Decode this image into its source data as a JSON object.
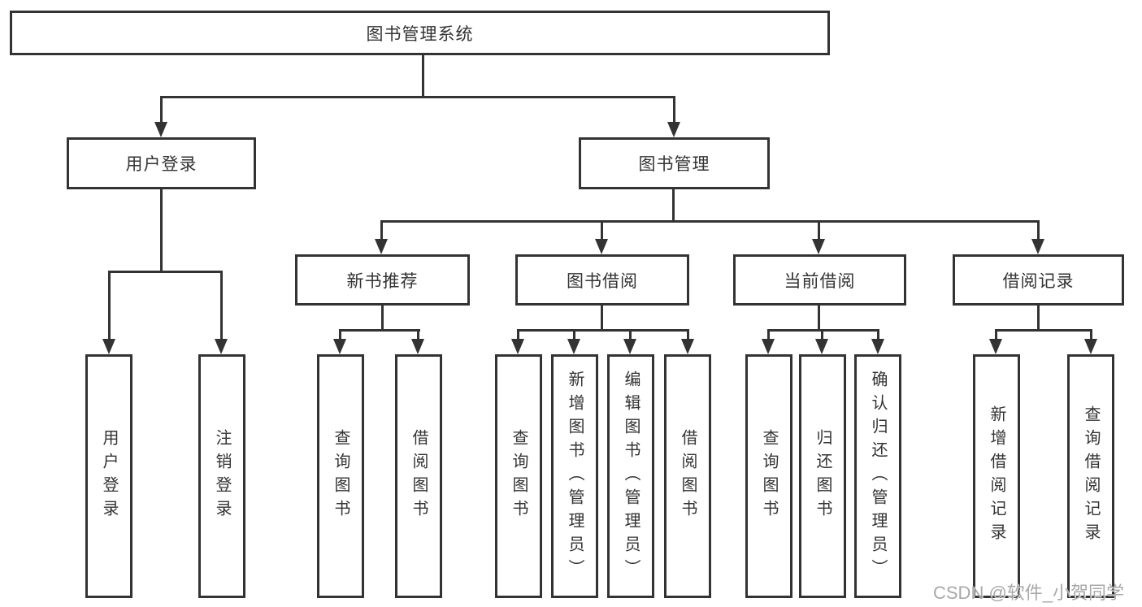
{
  "colors": {
    "line": "#333333",
    "text": "#333333",
    "background": "#ffffff",
    "watermark_text_color": "#9e9e9e"
  },
  "watermark": {
    "text": "CSDN @软件_小贺同学"
  },
  "tree": {
    "root": {
      "label": "图书管理系统"
    },
    "branches": [
      {
        "label": "用户登录",
        "children": [
          {
            "label": "用户登录"
          },
          {
            "label": "注销登录"
          }
        ]
      },
      {
        "label": "图书管理",
        "children": [
          {
            "label": "新书推荐",
            "children": [
              {
                "label": "查询图书"
              },
              {
                "label": "借阅图书"
              }
            ]
          },
          {
            "label": "图书借阅",
            "children": [
              {
                "label": "查询图书"
              },
              {
                "label": "新增图书（管理员）"
              },
              {
                "label": "编辑图书（管理员）"
              },
              {
                "label": "借阅图书"
              }
            ]
          },
          {
            "label": "当前借阅",
            "children": [
              {
                "label": "查询图书"
              },
              {
                "label": "归还图书"
              },
              {
                "label": "确认归还（管理员）"
              }
            ]
          },
          {
            "label": "借阅记录",
            "children": [
              {
                "label": "新增借阅记录"
              },
              {
                "label": "查询借阅记录"
              }
            ]
          }
        ]
      }
    ]
  }
}
